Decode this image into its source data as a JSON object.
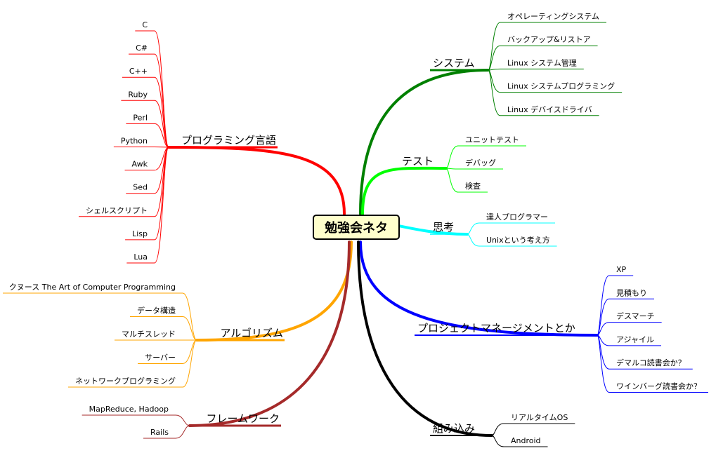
{
  "center": {
    "label": "勉強会ネタ"
  },
  "branches": [
    {
      "id": "lang",
      "label": "プログラミング言語",
      "color": "#ff0000",
      "children": [
        "C",
        "C#",
        "C++",
        "Ruby",
        "Perl",
        "Python",
        "Awk",
        "Sed",
        "シェルスクリプト",
        "Lisp",
        "Lua"
      ]
    },
    {
      "id": "algo",
      "label": "アルゴリズム",
      "color": "#ffa500",
      "children": [
        "クヌース The Art of Computer Programming",
        "データ構造",
        "マルチスレッド",
        "サーバー",
        "ネットワークプログラミング"
      ]
    },
    {
      "id": "fw",
      "label": "フレームワーク",
      "color": "#a52a2a",
      "children": [
        "MapReduce, Hadoop",
        "Rails"
      ]
    },
    {
      "id": "sys",
      "label": "システム",
      "color": "#008000",
      "children": [
        "オペレーティングシステム",
        "バックアップ&リストア",
        "Linux システム管理",
        "Linux システムプログラミング",
        "Linux デバイスドライバ"
      ]
    },
    {
      "id": "test",
      "label": "テスト",
      "color": "#00ff00",
      "children": [
        "ユニットテスト",
        "デバッグ",
        "検査"
      ]
    },
    {
      "id": "think",
      "label": "思考",
      "color": "#00ffff",
      "children": [
        "達人プログラマー",
        "Unixという考え方"
      ]
    },
    {
      "id": "pm",
      "label": "プロジェクトマネージメントとか",
      "color": "#0000ff",
      "children": [
        "XP",
        "見積もり",
        "デスマーチ",
        "アジャイル",
        "デマルコ読書会か？",
        "ワインバーグ読書会か？"
      ]
    },
    {
      "id": "emb",
      "label": "組み込み",
      "color": "#000000",
      "children": [
        "リアルタイムOS",
        "Android"
      ]
    }
  ]
}
